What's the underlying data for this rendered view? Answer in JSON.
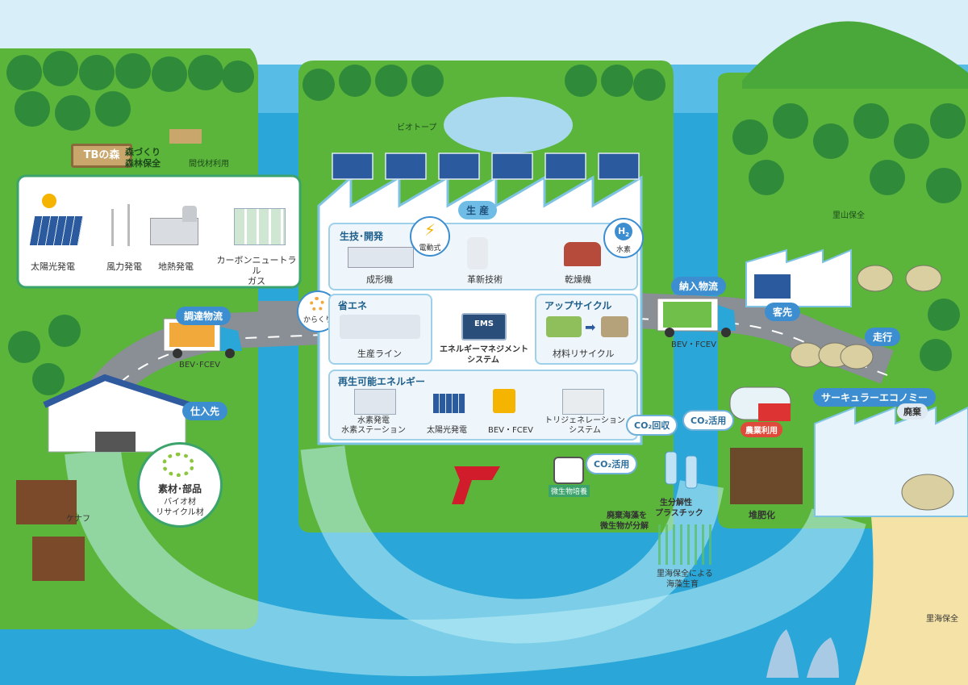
{
  "forest": {
    "sign": "TBの森",
    "forest_care_1": "森づくり",
    "forest_care_2": "森林保全",
    "thinned_wood": "間伐材利用"
  },
  "biotope": {
    "label": "ビオトープ"
  },
  "satoyama": {
    "label": "里山保全"
  },
  "energy_panel": {
    "items": [
      {
        "label": "太陽光発電",
        "icon": "solar-panel-icon"
      },
      {
        "label": "風力発電",
        "icon": "wind-turbine-icon"
      },
      {
        "label": "地熱発電",
        "icon": "geothermal-plant-icon"
      },
      {
        "label": "カーボンニュートラル\nガス",
        "icon": "gas-plant-icon"
      }
    ]
  },
  "procurement": {
    "label": "調達物流",
    "vehicle": "BEV･FCEV"
  },
  "supplier": {
    "label": "仕入先"
  },
  "karakuri": {
    "label": "からくり"
  },
  "factory": {
    "title": "生 産",
    "dev": {
      "title": "生技･開発",
      "items": [
        "成形機",
        "革新技術",
        "乾燥機"
      ],
      "electric_badge": "電動式",
      "hydrogen_badge": "水素",
      "h2": "H"
    },
    "save_energy": {
      "title": "省エネ",
      "item": "生産ライン"
    },
    "upcycle": {
      "title": "アップサイクル",
      "item": "材料リサイクル"
    },
    "ems": {
      "tag": "EMS",
      "line1": "エネルギーマネジメント",
      "line2": "システム"
    },
    "renewable": {
      "title": "再生可能エネルギー",
      "items": [
        "水素発電\n水素ステーション",
        "太陽光発電",
        "BEV・FCEV",
        "トリジェネレーション\nシステム"
      ]
    }
  },
  "delivery": {
    "label": "納入物流",
    "vehicle": "BEV・FCEV"
  },
  "customer": {
    "label": "客先"
  },
  "driving": {
    "label": "走行"
  },
  "circular": {
    "label": "サーキュラーエコノミー",
    "waste": "廃棄"
  },
  "agriculture": {
    "label": "農業利用",
    "co2_use": "CO₂活用"
  },
  "co2_capture": {
    "label": "CO₂回収"
  },
  "microbe": {
    "label": "微生物培養",
    "co2_use": "CO₂活用"
  },
  "bioplastic": {
    "line1": "生分解性",
    "line2": "プラスチック"
  },
  "seaweed_decomp": {
    "line1": "廃棄海藻を",
    "line2": "微生物が分解"
  },
  "compost": {
    "label": "堆肥化"
  },
  "seaweed_growth": {
    "line1": "里海保全による",
    "line2": "海藻生育"
  },
  "sea_conservation": {
    "label": "里海保全"
  },
  "materials": {
    "title": "素材･部品",
    "line1": "バイオ材",
    "line2": "リサイクル材"
  },
  "kenaf": {
    "label": "ケナフ"
  },
  "colors": {
    "water": "#2aa7d8",
    "grass": "#5ab53a",
    "road": "#8a8e95",
    "accent": "#3d8ed0",
    "panel": "#eef6fb"
  }
}
